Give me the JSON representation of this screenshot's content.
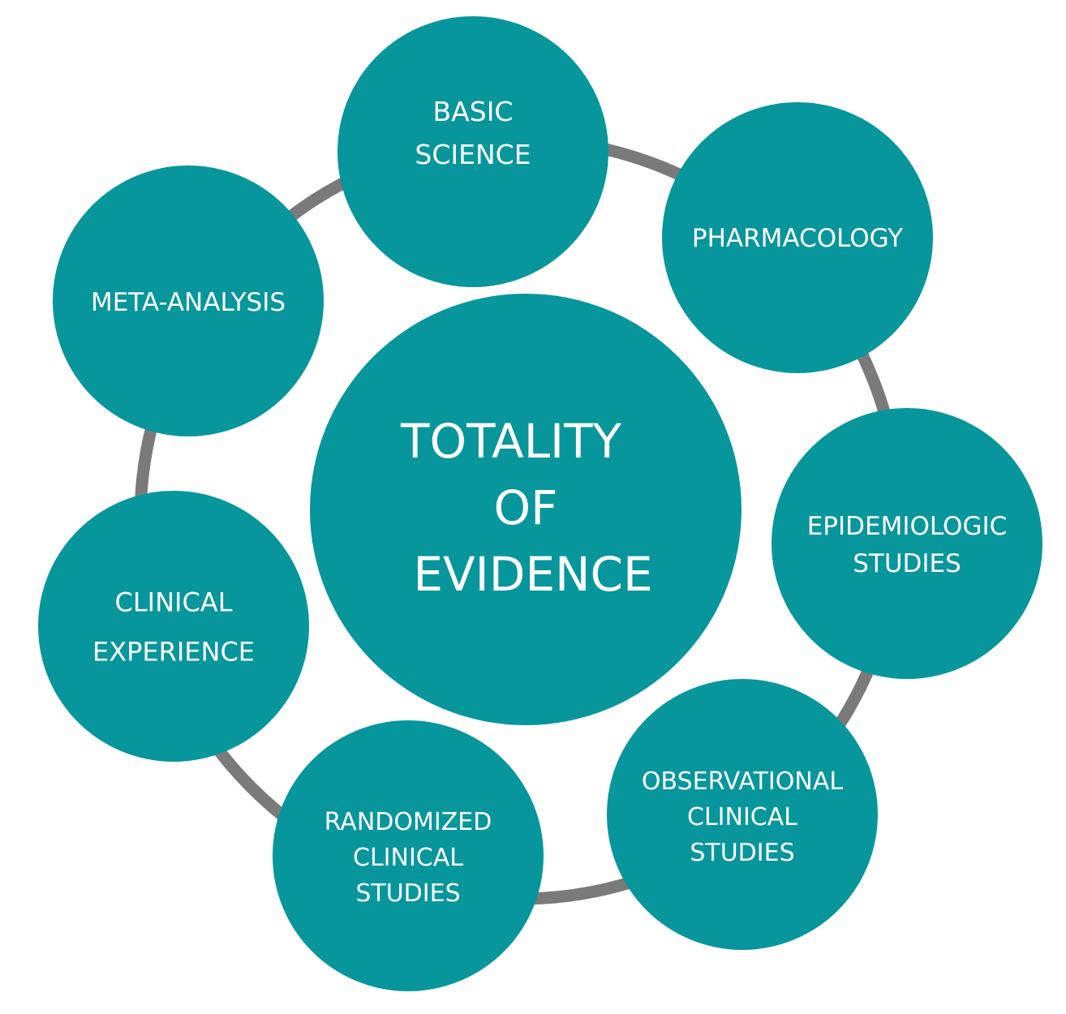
{
  "colors": {
    "circle_fill": "#07969c",
    "ring_stroke": "#7a7a7a",
    "text": "#ffffff",
    "background": "#ffffff"
  },
  "center": {
    "lines": [
      "TOTALITY",
      "OF",
      "EVIDENCE"
    ]
  },
  "nodes": [
    {
      "id": "basic-science",
      "lines": [
        "BASIC",
        "SCIENCE"
      ]
    },
    {
      "id": "pharmacology",
      "lines": [
        "PHARMACOLOGY"
      ]
    },
    {
      "id": "epidemiologic-studies",
      "lines": [
        "EPIDEMIOLOGIC",
        "STUDIES"
      ]
    },
    {
      "id": "observational-clinical-studies",
      "lines": [
        "OBSERVATIONAL",
        "CLINICAL",
        "STUDIES"
      ]
    },
    {
      "id": "randomized-clinical-studies",
      "lines": [
        "RANDOMIZED",
        "CLINICAL",
        "STUDIES"
      ]
    },
    {
      "id": "clinical-experience",
      "lines": [
        "CLINICAL",
        "EXPERIENCE"
      ]
    },
    {
      "id": "meta-analysis",
      "lines": [
        "META-ANALYSIS"
      ]
    }
  ]
}
